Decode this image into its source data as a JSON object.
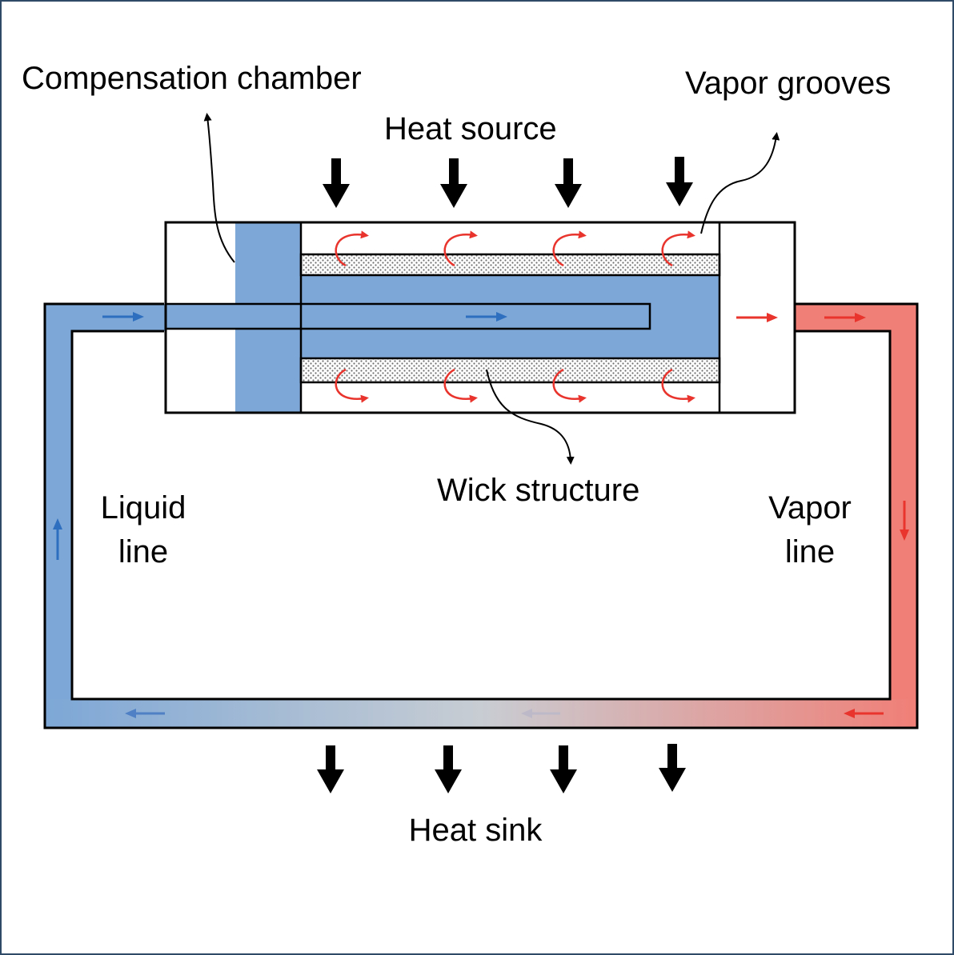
{
  "labels": {
    "compensation_chamber": "Compensation chamber",
    "vapor_grooves": "Vapor grooves",
    "heat_source": "Heat source",
    "wick_structure": "Wick structure",
    "liquid_line_1": "Liquid",
    "liquid_line_2": "line",
    "vapor_line_1": "Vapor",
    "vapor_line_2": "line",
    "heat_sink": "Heat sink"
  },
  "colors": {
    "liquid": "#7da7d6",
    "liquid_arrow": "#2f6fc0",
    "vapor": "#f07f77",
    "vapor_arrow": "#e8342c",
    "mid": "#c8cdd3",
    "outline": "#000000",
    "wick_dot": "#707070",
    "frame_border": "#2f4a66"
  }
}
